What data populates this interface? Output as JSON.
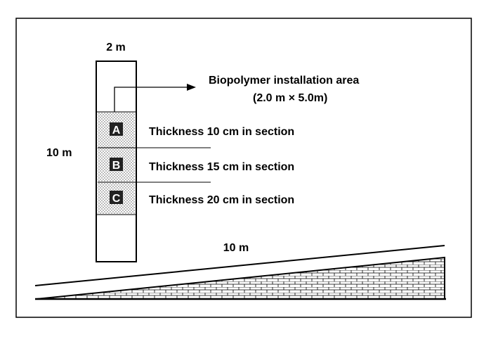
{
  "labels": {
    "column_width": "2 m",
    "column_height": "10 m",
    "slope_length": "10 m",
    "install_area_title": "Biopolymer installation area",
    "install_area_size": "(2.0 m × 5.0m)"
  },
  "sections": [
    {
      "letter": "A",
      "description": "Thickness 10 cm in section"
    },
    {
      "letter": "B",
      "description": "Thickness 15 cm in section"
    },
    {
      "letter": "C",
      "description": "Thickness 20 cm in section"
    }
  ]
}
